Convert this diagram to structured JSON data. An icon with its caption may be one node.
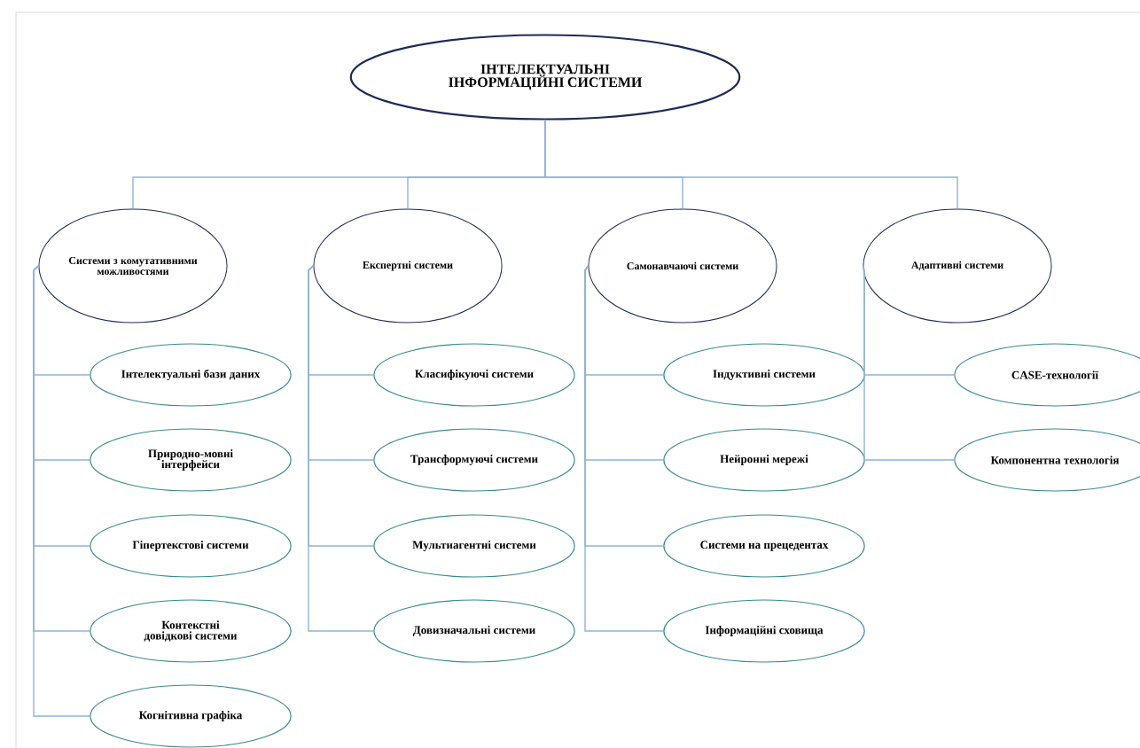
{
  "diagram": {
    "nodes": [
      {
        "text": [
          "ІНТЕЛЕКТУАЛЬНІ ІНФОРМАЦІЙНІ СИСТЕМИ"
        ]
      },
      {
        "text": [
          "Системи з комутативними можливостями"
        ]
      },
      {
        "text": [
          "Експертні системи"
        ]
      },
      {
        "text": [
          "Самонавчаючі системи"
        ]
      },
      {
        "text": [
          "Адаптивні системи"
        ]
      },
      {
        "text": [
          "Інтелектуальні бази даних"
        ]
      },
      {
        "text": [
          "Природно-мовні інтерфейси"
        ]
      },
      {
        "text": [
          "Гіпертекстові системи"
        ]
      },
      {
        "text": [
          "Контекстні довідкові системи"
        ]
      },
      {
        "text": [
          "Когнітивна графіка"
        ]
      },
      {
        "text": [
          "Класифікуючі системи"
        ]
      },
      {
        "text": [
          "Трансформуючі системи"
        ]
      },
      {
        "text": [
          "Мультиагентні системи"
        ]
      },
      {
        "text": [
          "Довизначальні системи"
        ]
      },
      {
        "text": [
          "Індуктивні системи"
        ]
      },
      {
        "text": [
          "Нейронні мережі"
        ]
      },
      {
        "text": [
          "Системи на прецедентах"
        ]
      },
      {
        "text": [
          "Інформаційні сховища"
        ]
      },
      {
        "text": [
          "CASE-технології"
        ]
      },
      {
        "text": [
          "Компонентна технологія"
        ]
      }
    ],
    "edges": [
      {
        "from": 0,
        "to": 1,
        "arrow": "none"
      },
      {
        "from": 0,
        "to": 2,
        "arrow": "none"
      },
      {
        "from": 0,
        "to": 3,
        "arrow": "none"
      },
      {
        "from": 0,
        "to": 4,
        "arrow": "none"
      },
      {
        "from": 1,
        "to": 5,
        "arrow": "none"
      },
      {
        "from": 1,
        "to": 6,
        "arrow": "none"
      },
      {
        "from": 1,
        "to": 7,
        "arrow": "none"
      },
      {
        "from": 1,
        "to": 8,
        "arrow": "none"
      },
      {
        "from": 1,
        "to": 9,
        "arrow": "none"
      },
      {
        "from": 2,
        "to": 10,
        "arrow": "none"
      },
      {
        "from": 2,
        "to": 11,
        "arrow": "none"
      },
      {
        "from": 2,
        "to": 12,
        "arrow": "none"
      },
      {
        "from": 2,
        "to": 13,
        "arrow": "none"
      },
      {
        "from": 3,
        "to": 14,
        "arrow": "none"
      },
      {
        "from": 3,
        "to": 15,
        "arrow": "none"
      },
      {
        "from": 3,
        "to": 16,
        "arrow": "none"
      },
      {
        "from": 3,
        "to": 17,
        "arrow": "none"
      },
      {
        "from": 4,
        "to": 18,
        "arrow": "none"
      },
      {
        "from": 4,
        "to": 19,
        "arrow": "none"
      }
    ]
  }
}
